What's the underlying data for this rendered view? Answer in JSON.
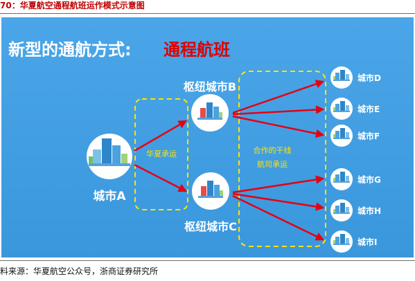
{
  "caption": "70：华夏航空通程航班运作模式示意图",
  "heading": {
    "prefix": "新型的通航方式:",
    "highlight": "通程航班"
  },
  "hubs": {
    "origin": "城市A",
    "hub_b": "枢纽城市B",
    "hub_c": "枢纽城市C"
  },
  "segments": {
    "first_leg": "华夏承运",
    "second_leg_line1": "合作的干线",
    "second_leg_line2": "航司承运"
  },
  "destinations": [
    "城市D",
    "城市E",
    "城市F",
    "城市G",
    "城市H",
    "城市I"
  ],
  "source": "料来源：华夏航空公众号，浙商证券研究所",
  "colors": {
    "panel": "#3b97dc",
    "arrow": "#e60012",
    "dash": "#ffe400",
    "caption": "#c00000"
  }
}
